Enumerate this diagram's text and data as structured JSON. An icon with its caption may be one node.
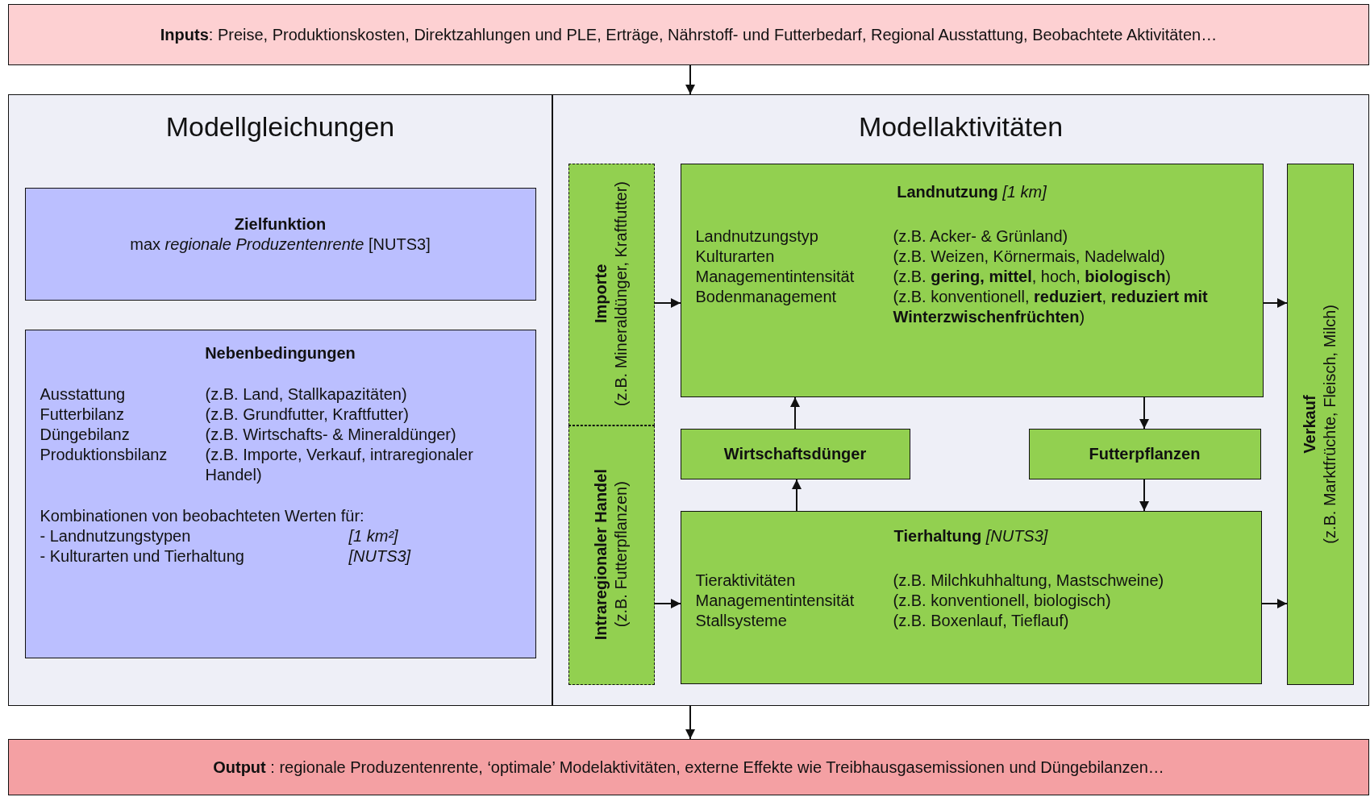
{
  "diagram": {
    "nodes": [
      {
        "text": [
          "**Inputs**: Preise, Produktionskosten, Direktzahlungen und PLE, Erträge, Nährstoff- und Futterbedarf, Regional Ausstattung, Beobachtete Aktivitäten…"
        ]
      },
      {
        "text": [
          "Modellgleichungen"
        ]
      },
      {
        "text": [
          "Zielfunktion",
          "max *regionale Produzentenrente* [NUTS3]"
        ],
        "in": 1
      },
      {
        "text": [
          "Nebenbedingungen",
          "Ausstattung",
          "(z.B. Land, Stallkapazitäten)",
          "Futterbilanz",
          "(z.B. Grundfutter, Kraftfutter)",
          "Düngebilanz",
          "(z.B. Wirtschafts- & Mineraldünger)",
          "Produktionsbilanz",
          "(z.B. Importe, Verkauf, intraregionaler Handel)",
          "Kombinationen von beobachteten Werten für:",
          "- Landnutzungstypen",
          "[1 km²]",
          "- Kulturarten und Tierhaltung",
          "[NUTS3]"
        ],
        "in": 1
      },
      {
        "text": [
          "Modellaktivitäten"
        ]
      },
      {
        "text": [
          "Importe",
          "(z.B. Mineraldünger, Kraftfutter)"
        ],
        "in": 4
      },
      {
        "text": [
          "Intraregionaler Handel",
          "(z.B. Futterpflanzen)"
        ],
        "in": 4
      },
      {
        "text": [
          "**Landnutzung** *[1 km]*",
          "Landnutzungstyp",
          "(z.B. Acker- & Grünland)",
          "Kulturarten",
          "(z.B. Weizen, Körnermais, Nadelwald)",
          "Managementintensität",
          "(z.B. **gering, mittel**, hoch, **biologisch**)",
          "Bodenmanagement",
          "(z.B. konventionell, **reduziert**, **reduziert mit Winterzwischenfrüchten**)"
        ],
        "in": 4
      },
      {
        "text": [
          "Wirtschaftsdünger"
        ],
        "in": 4
      },
      {
        "text": [
          "Futterpflanzen"
        ],
        "in": 4
      },
      {
        "text": [
          "**Tierhaltung** *[NUTS3]*",
          "Tieraktivitäten",
          "(z.B. Milchkuhhaltung, Mastschweine)",
          "Managementintensität",
          "(z.B. konventionell, biologisch)",
          "Stallsysteme",
          "(z.B. Boxenlauf, Tieflauf)"
        ],
        "in": 4
      },
      {
        "text": [
          "Verkauf",
          "(z.B. Marktfrüchte, Fleisch, Milch)"
        ],
        "in": 4
      },
      {
        "text": [
          "**Output** : regionale Produzentenrente, ‘optimale’ Modelaktivitäten, externe Effekte wie Treibhausgasemissionen und Düngebilanzen…"
        ]
      }
    ],
    "edges": [
      {
        "from": 0,
        "to": 4,
        "arrow": "to"
      },
      {
        "from": 5,
        "to": 7,
        "arrow": "to"
      },
      {
        "from": 7,
        "to": 11,
        "arrow": "to"
      },
      {
        "from": 8,
        "to": 7,
        "arrow": "to"
      },
      {
        "from": 7,
        "to": 9,
        "arrow": "to"
      },
      {
        "from": 10,
        "to": 8,
        "arrow": "to"
      },
      {
        "from": 9,
        "to": 10,
        "arrow": "to"
      },
      {
        "from": 6,
        "to": 10,
        "arrow": "to"
      },
      {
        "from": 10,
        "to": 11,
        "arrow": "to"
      },
      {
        "from": 4,
        "to": 12,
        "arrow": "to"
      }
    ]
  }
}
